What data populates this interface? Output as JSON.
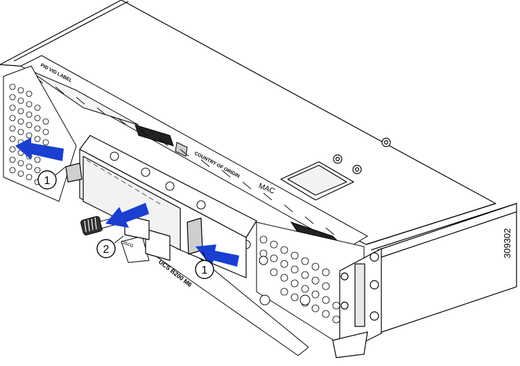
{
  "figure": {
    "id_label": "309302",
    "colors": {
      "arrow": "#1a3fd1",
      "line": "#000000",
      "panel": "#ffffff",
      "shade": "#d9d9d9"
    }
  },
  "labels": {
    "pid_vid": "PID VID LABEL",
    "country": "COUNTRY OF ORIGIN",
    "mac": "MAC",
    "model": "UCS B200 M6",
    "brand": "cisco"
  },
  "callouts": [
    {
      "number": "1",
      "meaning": ""
    },
    {
      "number": "2",
      "meaning": ""
    },
    {
      "number": "1",
      "meaning": ""
    }
  ]
}
